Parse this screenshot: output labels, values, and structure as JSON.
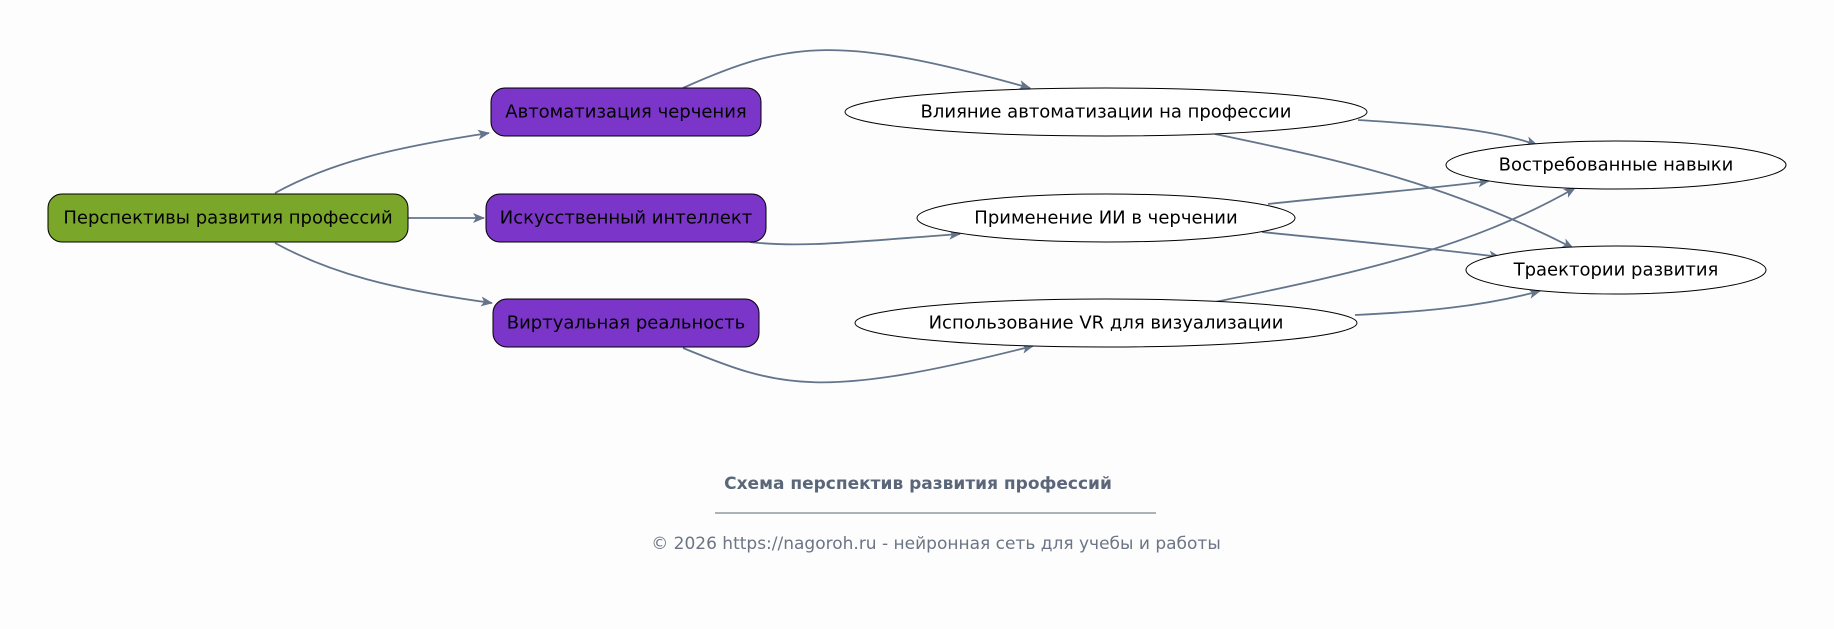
{
  "diagram": {
    "nodes": {
      "root": {
        "label": "Перспективы развития профессий",
        "color": "#7aa72a"
      },
      "automation": {
        "label": "Автоматизация черчения",
        "color": "#7b35c9"
      },
      "ai": {
        "label": "Искусственный интеллект",
        "color": "#7b35c9"
      },
      "vr": {
        "label": "Виртуальная реальность",
        "color": "#7b35c9"
      },
      "automation_impact": {
        "label": "Влияние автоматизации на профессии"
      },
      "ai_drafting": {
        "label": "Применение ИИ в черчении"
      },
      "vr_visualization": {
        "label": "Использование VR для визуализации"
      },
      "skills": {
        "label": "Востребованные навыки"
      },
      "trajectories": {
        "label": "Траектории развития"
      }
    },
    "edges": [
      {
        "from": "root",
        "to": "automation"
      },
      {
        "from": "root",
        "to": "ai"
      },
      {
        "from": "root",
        "to": "vr"
      },
      {
        "from": "automation",
        "to": "automation_impact"
      },
      {
        "from": "ai",
        "to": "ai_drafting"
      },
      {
        "from": "vr",
        "to": "vr_visualization"
      },
      {
        "from": "automation_impact",
        "to": "skills"
      },
      {
        "from": "automation_impact",
        "to": "trajectories"
      },
      {
        "from": "ai_drafting",
        "to": "skills"
      },
      {
        "from": "ai_drafting",
        "to": "trajectories"
      },
      {
        "from": "vr_visualization",
        "to": "skills"
      },
      {
        "from": "vr_visualization",
        "to": "trajectories"
      }
    ],
    "edge_color": "#64748b"
  },
  "caption": {
    "title": "Схема перспектив развития профессий",
    "footer": "© 2026 https://nagoroh.ru - нейронная сеть для учебы и работы"
  }
}
